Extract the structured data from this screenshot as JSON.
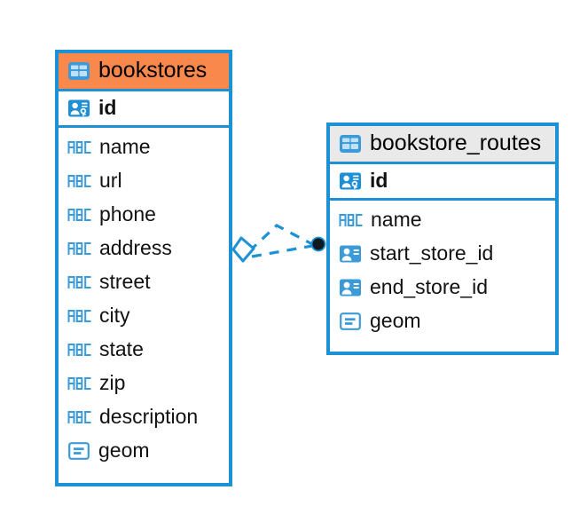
{
  "diagram": {
    "type": "entity-relationship-diagram",
    "background": "#FFFFFF",
    "accent_blue": "#1C91D4",
    "accent_orange": "#F8884B",
    "accent_grey": "#E9E9E9",
    "text_color": "#121212"
  },
  "entities": [
    {
      "name": "bookstores",
      "header_style": "accent-orange",
      "icon": "table-icon",
      "primary_keys": [
        {
          "label": "id",
          "icon": "primary-key-icon"
        }
      ],
      "fields": [
        {
          "label": "name",
          "icon": "text-abc-icon"
        },
        {
          "label": "url",
          "icon": "text-abc-icon"
        },
        {
          "label": "phone",
          "icon": "text-abc-icon"
        },
        {
          "label": "address",
          "icon": "text-abc-icon"
        },
        {
          "label": "street",
          "icon": "text-abc-icon"
        },
        {
          "label": "city",
          "icon": "text-abc-icon"
        },
        {
          "label": "state",
          "icon": "text-abc-icon"
        },
        {
          "label": "zip",
          "icon": "text-abc-icon"
        },
        {
          "label": "description",
          "icon": "text-abc-icon"
        },
        {
          "label": "geom",
          "icon": "geometry-icon"
        }
      ]
    },
    {
      "name": "bookstore_routes",
      "header_style": "accent-grey",
      "icon": "table-icon",
      "primary_keys": [
        {
          "label": "id",
          "icon": "primary-key-icon"
        }
      ],
      "fields": [
        {
          "label": "name",
          "icon": "text-abc-icon"
        },
        {
          "label": "start_store_id",
          "icon": "foreign-key-icon"
        },
        {
          "label": "end_store_id",
          "icon": "foreign-key-icon"
        },
        {
          "label": "geom",
          "icon": "geometry-icon"
        }
      ]
    }
  ],
  "relationship": {
    "from_entity": "bookstores",
    "to_entity": "bookstore_routes",
    "line_style": "dashed",
    "line_color": "#1C91D4",
    "source_marker": "diamond-marker",
    "target_marker": "filled-circle-marker"
  }
}
